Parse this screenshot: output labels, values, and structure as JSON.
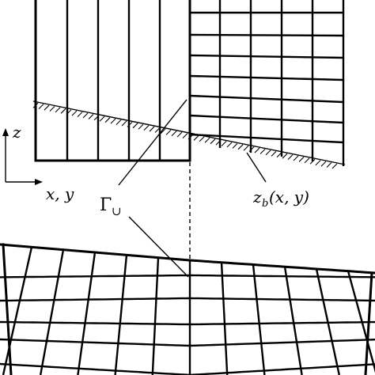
{
  "labels": {
    "axis_vertical": "z",
    "axis_horizontal": "x, y",
    "interface_symbol": "Γ",
    "interface_subscript": "∪",
    "bed_func": "z",
    "bed_sub": "b",
    "bed_args": "(x, y)"
  }
}
